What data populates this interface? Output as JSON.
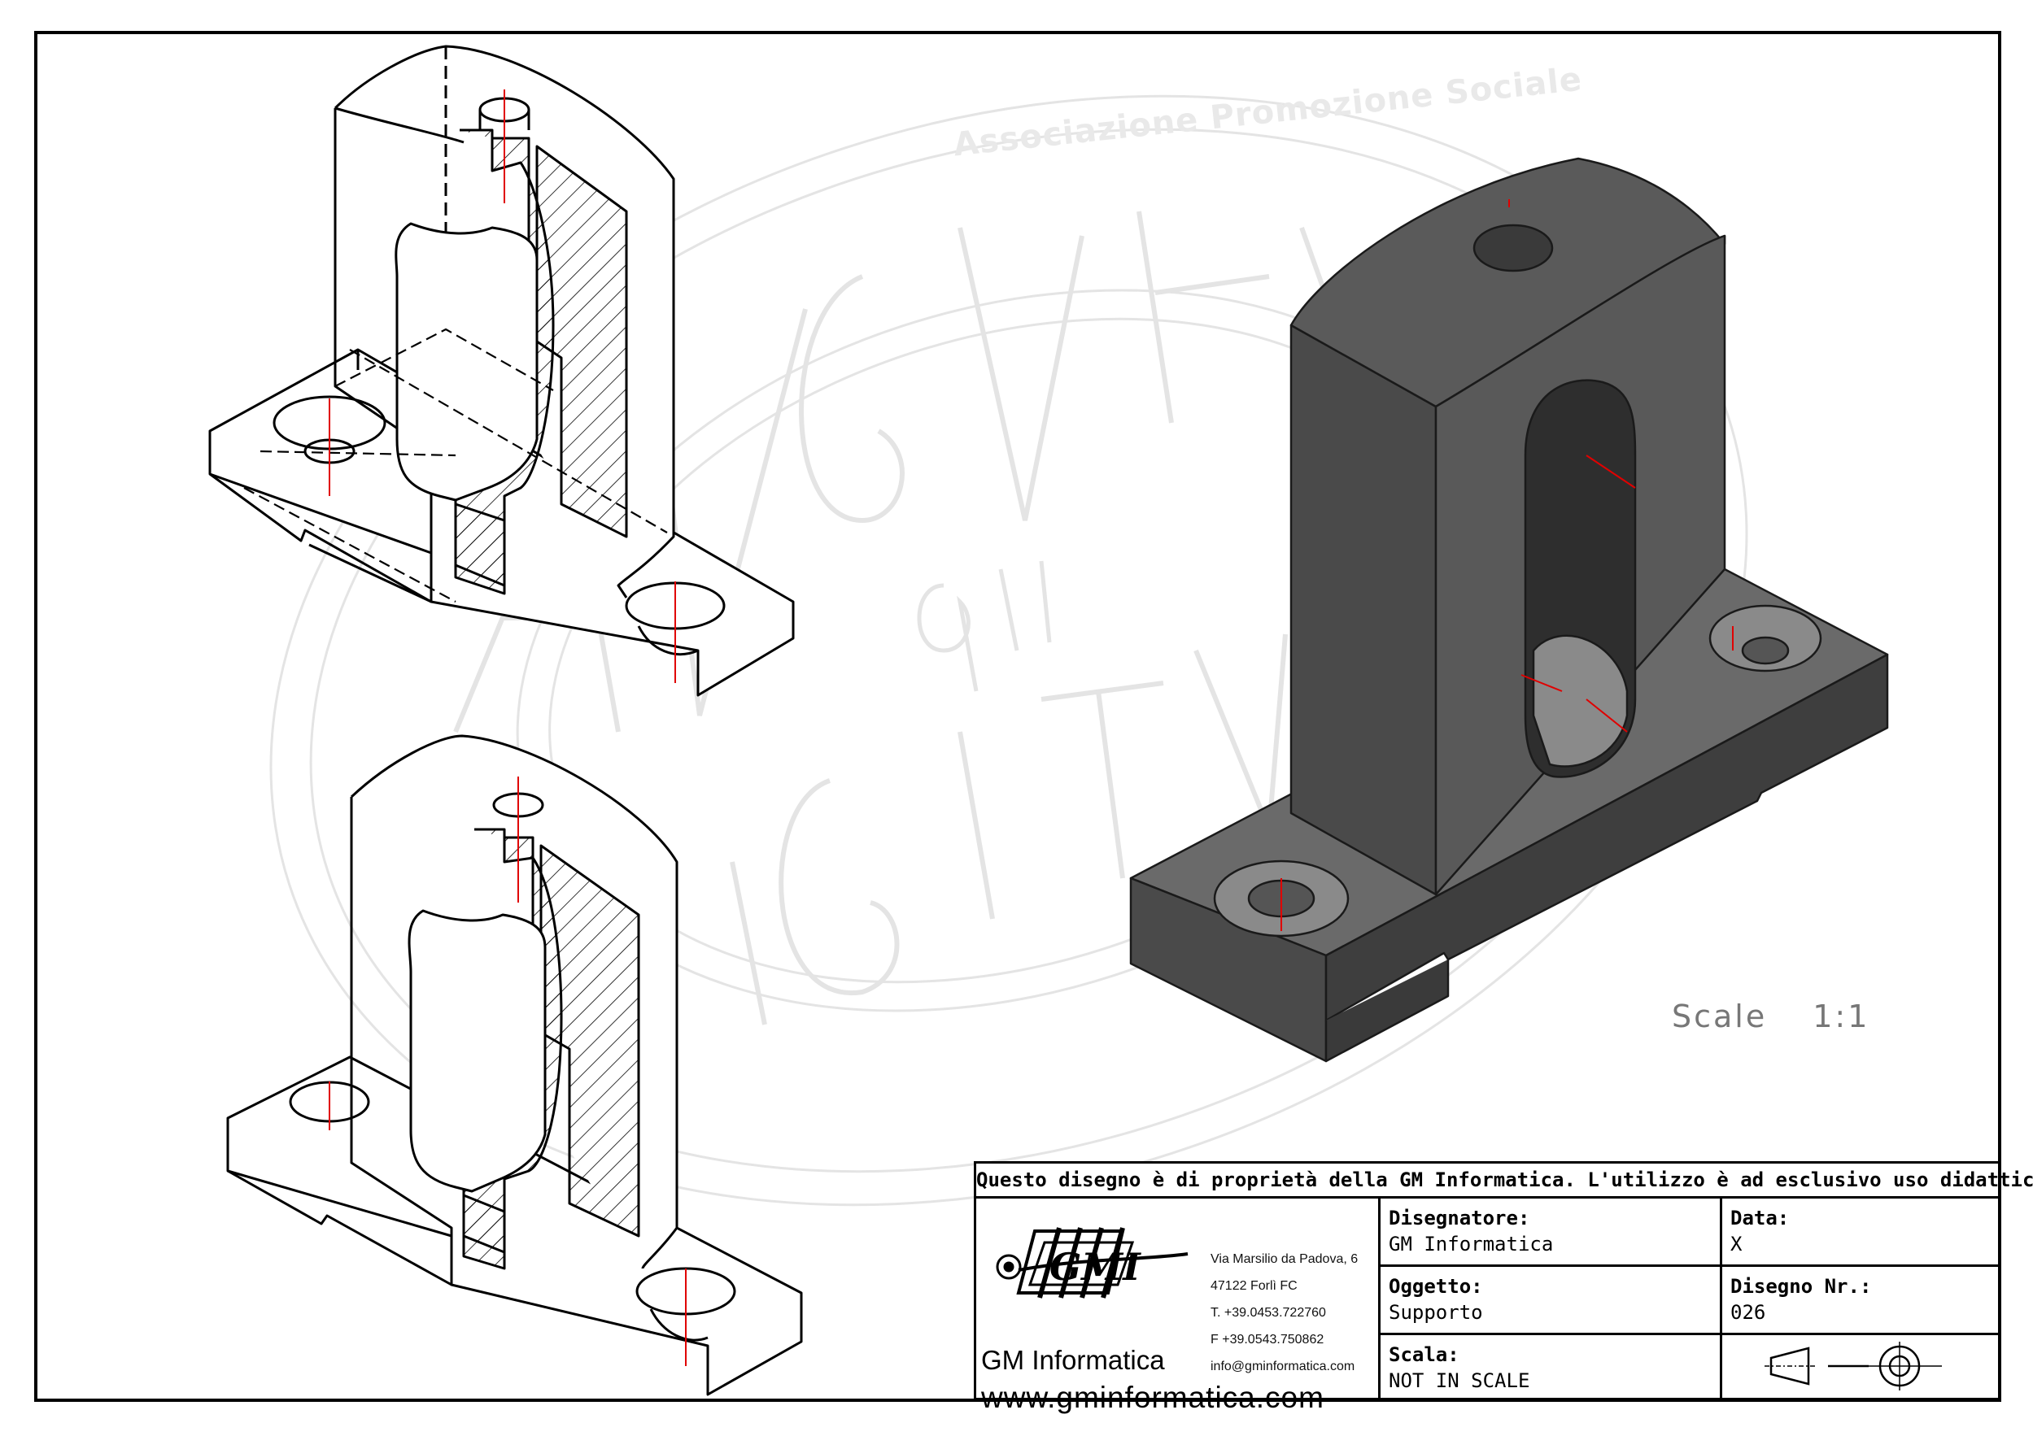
{
  "watermark": {
    "arc_text": "Associazione Promozione Sociale"
  },
  "drawing": {
    "scale_label": "Scale",
    "scale_value": "1:1"
  },
  "title_block": {
    "notice": "Questo disegno è di proprietà della GM Informatica. L'utilizzo è ad esclusivo uso didattico.",
    "logo_letters": "GMI",
    "address_lines": [
      "Via Marsilio da Padova, 6",
      "47122  Forlì  FC",
      "T. +39.0453.722760",
      "F +39.0543.750862",
      "info@gminformatica.com"
    ],
    "company_name": "GM Informatica",
    "website": "www.gminformatica.com",
    "disegnatore_label": "Disegnatore:",
    "disegnatore_value": "GM  Informatica",
    "data_label": "Data:",
    "data_value": "X",
    "oggetto_label": "Oggetto:",
    "oggetto_value": "Supporto",
    "disegno_nr_label": "Disegno  Nr.:",
    "disegno_nr_value": "026",
    "scala_label": "Scala:",
    "scala_value": "NOT  IN  SCALE"
  },
  "colors": {
    "ink": "#000000",
    "centerline": "#e00000",
    "solid_face_dark": "#3a3a3a",
    "solid_face_mid": "#4c4c4c",
    "solid_face_light": "#6a6a6a",
    "watermark": "#e6e6e6"
  }
}
